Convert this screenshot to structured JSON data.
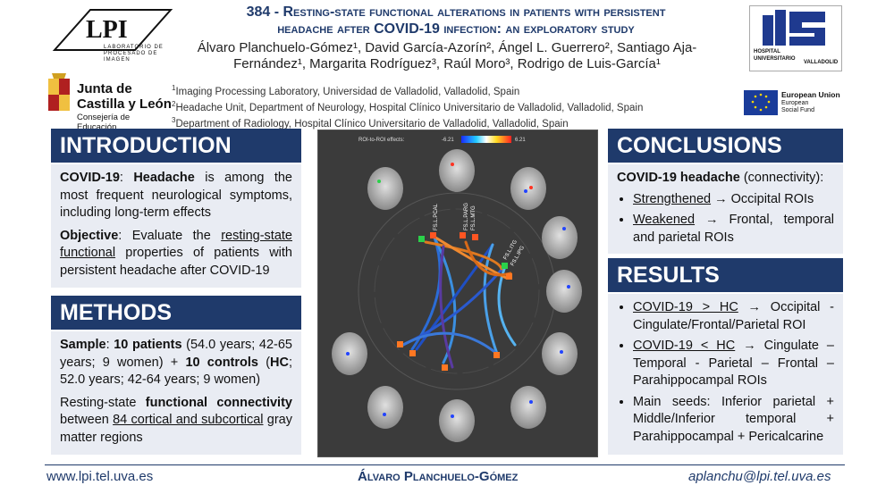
{
  "header": {
    "title_line1": "384 - Resting-state functional alterations in patients with persistent",
    "title_line2_pre": "headache after ",
    "title_line2_bold": "COVID-19",
    "title_line2_post": " infection: an exploratory study",
    "authors_html_line1": "Álvaro Planchuelo-Gómez¹, David García-Azorín², Ángel L. Guerrero², Santiago Aja-",
    "authors_html_line2": "Fernández¹, Margarita Rodríguez³, Raúl Moro³, Rodrigo de Luis-García¹",
    "affiliations": [
      {
        "num": "1",
        "text": "Imaging Processing Laboratory, Universidad de Valladolid, Valladolid, Spain"
      },
      {
        "num": "2",
        "text": "Headache Unit, Department of Neurology, Hospital Clínico Universitario de Valladolid, Valladolid, Spain"
      },
      {
        "num": "3",
        "text": "Department of Radiology, Hospital Clínico Universitario de Valladolid, Valladolid, Spain"
      }
    ]
  },
  "logos": {
    "lpi_text": "LABORATORIO DE PROCESADO DE IMAGEN",
    "junta_line1": "Junta de",
    "junta_line2": "Castilla y León",
    "junta_line3": "Consejería de Educación",
    "hospital_line1": "HOSPITAL",
    "hospital_line2": "UNIVERSITARIO",
    "hospital_line3": "VALLADOLID",
    "eu_line1": "European Union",
    "eu_line2": "European",
    "eu_line3": "Social Fund"
  },
  "introduction": {
    "heading": "INTRODUCTION",
    "p1_b1": "COVID-19",
    "p1_t1": ": ",
    "p1_b2": "Headache",
    "p1_t2": " is among the most frequent neurological symptoms, including long-term effects",
    "p2_b": "Objective",
    "p2_t1": ": Evaluate the ",
    "p2_u": "resting-state functional",
    "p2_t2": " properties of patients with persistent headache after COVID-19"
  },
  "methods": {
    "heading": "METHODS",
    "p1_b1": "Sample",
    "p1_t1": ": ",
    "p1_b2": "10 patients",
    "p1_t2": " (54.0 years; 42-65 years; 9 women) + ",
    "p1_b3": "10 controls",
    "p1_t3": " (",
    "p1_b4": "HC",
    "p1_t4": "; 52.0 years; 42-64 years; 9 women)",
    "p2_t1": "Resting-state ",
    "p2_b": "functional connectivity",
    "p2_t2": " between ",
    "p2_u": "84 cortical and subcortical",
    "p2_t3": " gray matter regions"
  },
  "figure": {
    "colorbar_label": "ROI-to-ROI effects:",
    "cb_min": "-6.21",
    "cb_max": "6.21",
    "node_labels": [
      "FS.L.PCAL",
      "FS.L.PARG",
      "FS.L.MTG",
      "FS.L.ITG",
      "FS.L.IPG"
    ]
  },
  "conclusions": {
    "heading": "CONCLUSIONS",
    "intro_b": "COVID-19 headache",
    "intro_t": " (connectivity):",
    "items": [
      {
        "u": "Strengthened",
        "t": " → Occipital ROIs"
      },
      {
        "u": "Weakened",
        "t": " → Frontal, temporal and parietal ROIs"
      }
    ]
  },
  "results": {
    "heading": "RESULTS",
    "items": [
      {
        "u": "COVID-19 > HC",
        "t": " → Occipital - Cingulate/Frontal/Parietal ROI"
      },
      {
        "u": "COVID-19 < HC",
        "t": " → Cingulate – Temporal - Parietal – Frontal – Parahippocampal ROIs"
      },
      {
        "u": "",
        "t": "Main seeds: Inferior parietal + Middle/Inferior temporal + Parahippocampal + Pericalcarine"
      }
    ]
  },
  "footer": {
    "website": "www.lpi.tel.uva.es",
    "author": "Álvaro Planchuelo-Gómez",
    "email": "aplanchu@lpi.tel.uva.es"
  },
  "colors": {
    "accent": "#1f3a6b",
    "panel_bg": "#e9ecf3"
  }
}
